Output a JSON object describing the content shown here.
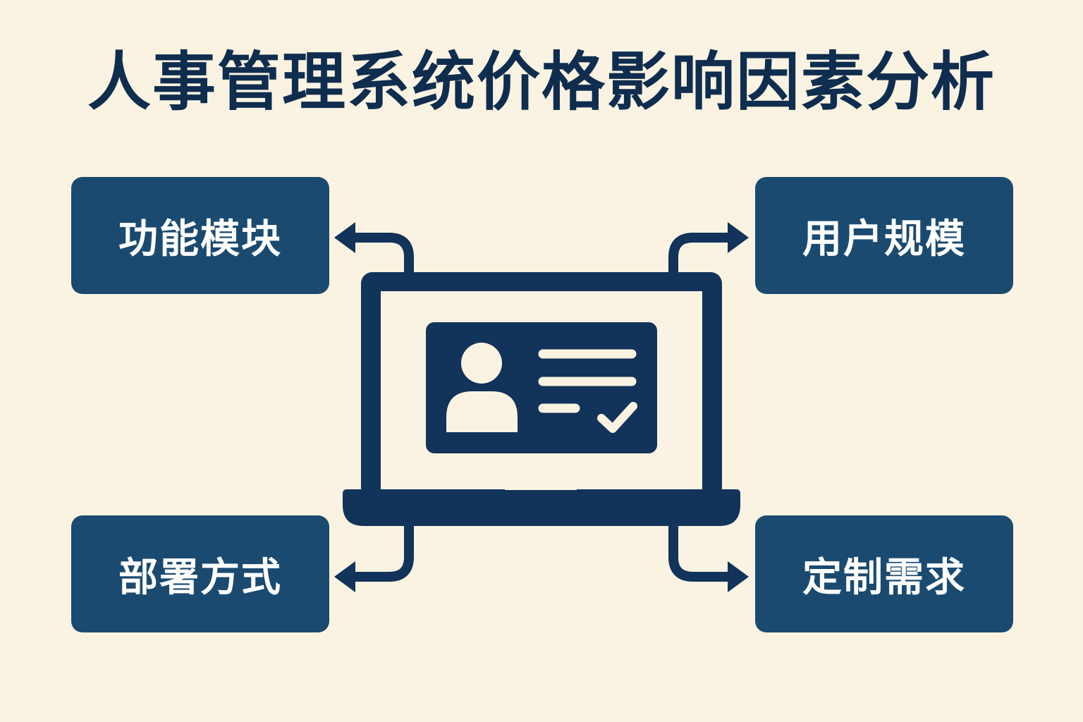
{
  "title": "人事管理系统价格影响因素分析",
  "factors": {
    "top_left": "功能模块",
    "top_right": "用户规模",
    "bottom_left": "部署方式",
    "bottom_right": "定制需求"
  },
  "colors": {
    "background": "#fbf3e2",
    "title": "#0f2d4f",
    "box": "#1b4a70",
    "icon": "#12335a",
    "text_on_box": "#ffffff"
  },
  "icons": {
    "center": "laptop-icon",
    "profile": "employee-profile-card-icon",
    "check": "checkmark-icon"
  }
}
